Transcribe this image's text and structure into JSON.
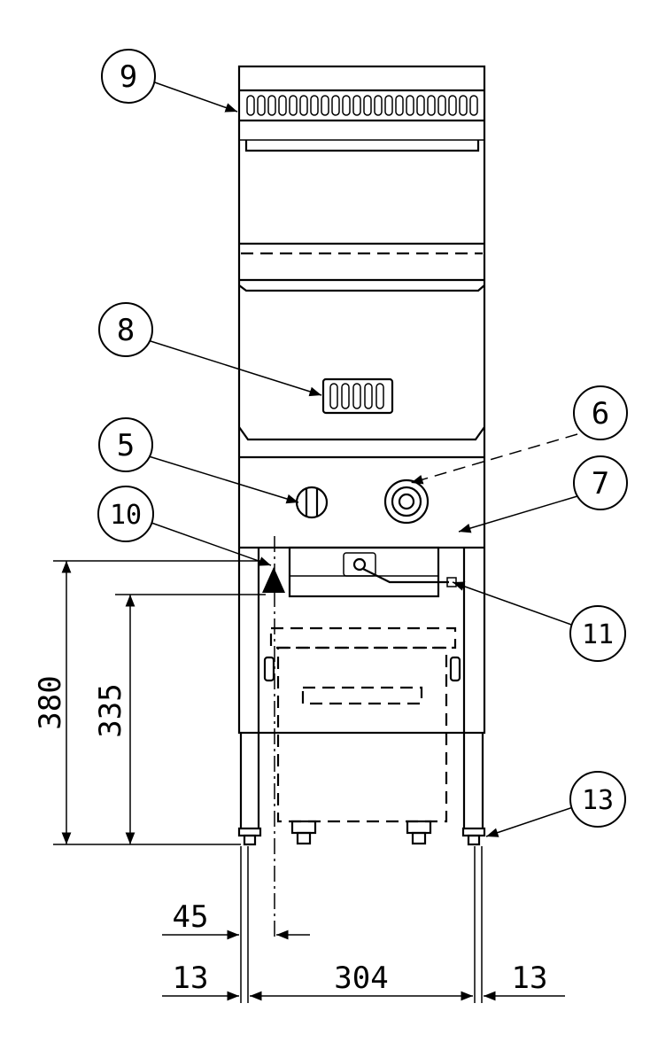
{
  "callouts": [
    {
      "id": "9",
      "label": "9"
    },
    {
      "id": "8",
      "label": "8"
    },
    {
      "id": "6",
      "label": "6"
    },
    {
      "id": "5",
      "label": "5"
    },
    {
      "id": "7",
      "label": "7"
    },
    {
      "id": "10",
      "label": "10"
    },
    {
      "id": "11",
      "label": "11"
    },
    {
      "id": "13",
      "label": "13"
    }
  ],
  "dimensions": {
    "height_overall": "380",
    "height_inner": "335",
    "offset_left": "45",
    "leg_left": "13",
    "span": "304",
    "leg_right": "13"
  }
}
